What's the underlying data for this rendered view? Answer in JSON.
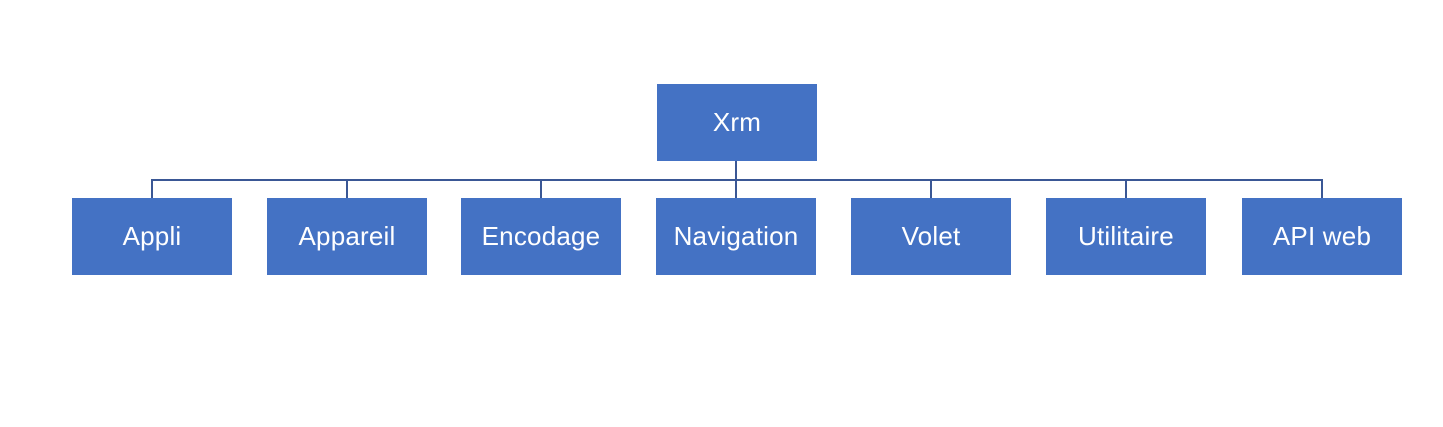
{
  "diagram": {
    "type": "org-chart-hierarchy",
    "root": {
      "label": "Xrm"
    },
    "children": [
      {
        "label": "Appli"
      },
      {
        "label": "Appareil"
      },
      {
        "label": "Encodage"
      },
      {
        "label": "Navigation"
      },
      {
        "label": "Volet"
      },
      {
        "label": "Utilitaire"
      },
      {
        "label": "API web"
      }
    ]
  },
  "colors": {
    "node_fill": "#4472C4",
    "node_text": "#FFFFFF",
    "connector": "#3A5795",
    "background": "#FFFFFF"
  }
}
